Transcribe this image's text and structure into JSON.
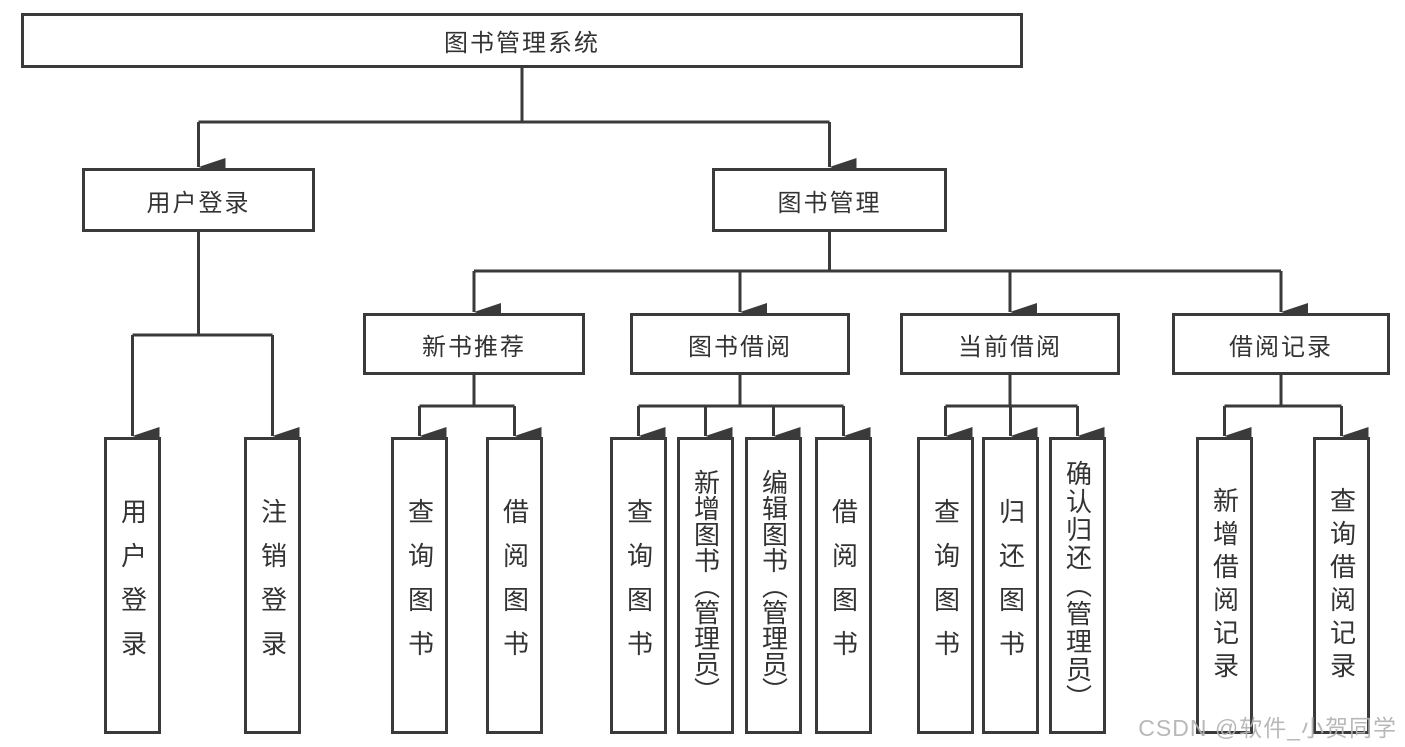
{
  "colors": {
    "line": "#3a3a3a",
    "text": "#333333",
    "background": "#ffffff",
    "box_fill": "#ffffff",
    "watermark": "#b3b3b3"
  },
  "watermark": "CSDN @软件_小贺同学",
  "nodes": {
    "system": "图书管理系统",
    "user_login": "用户登录",
    "book_mgmt": "图书管理",
    "new_book_rec": "新书推荐",
    "book_borrow": "图书借阅",
    "current_borrow": "当前借阅",
    "borrow_record": "借阅记录",
    "leaf_user_login": "用户登录",
    "leaf_logout": "注销登录",
    "leaf_query_book_nb": "查询图书",
    "leaf_borrow_book_nb": "借阅图书",
    "leaf_query_book_bb": "查询图书",
    "leaf_add_book": "新增图书（管理员）",
    "leaf_edit_book": "编辑图书（管理员）",
    "leaf_borrow_book_bb": "借阅图书",
    "leaf_query_book_cb": "查询图书",
    "leaf_return_book": "归还图书",
    "leaf_confirm_return": "确认归还（管理员）",
    "leaf_add_record": "新增借阅记录",
    "leaf_query_record": "查询借阅记录"
  },
  "diagram": {
    "type": "tree",
    "direction": "top-down",
    "structure": {
      "id": "system",
      "label": "图书管理系统",
      "children": [
        {
          "id": "user_login",
          "label": "用户登录",
          "children": [
            {
              "id": "leaf_user_login",
              "label": "用户登录"
            },
            {
              "id": "leaf_logout",
              "label": "注销登录"
            }
          ]
        },
        {
          "id": "book_mgmt",
          "label": "图书管理",
          "children": [
            {
              "id": "new_book_rec",
              "label": "新书推荐",
              "children": [
                {
                  "id": "leaf_query_book_nb",
                  "label": "查询图书"
                },
                {
                  "id": "leaf_borrow_book_nb",
                  "label": "借阅图书"
                }
              ]
            },
            {
              "id": "book_borrow",
              "label": "图书借阅",
              "children": [
                {
                  "id": "leaf_query_book_bb",
                  "label": "查询图书"
                },
                {
                  "id": "leaf_add_book",
                  "label": "新增图书（管理员）"
                },
                {
                  "id": "leaf_edit_book",
                  "label": "编辑图书（管理员）"
                },
                {
                  "id": "leaf_borrow_book_bb",
                  "label": "借阅图书"
                }
              ]
            },
            {
              "id": "current_borrow",
              "label": "当前借阅",
              "children": [
                {
                  "id": "leaf_query_book_cb",
                  "label": "查询图书"
                },
                {
                  "id": "leaf_return_book",
                  "label": "归还图书"
                },
                {
                  "id": "leaf_confirm_return",
                  "label": "确认归还（管理员）"
                }
              ]
            },
            {
              "id": "borrow_record",
              "label": "借阅记录",
              "children": [
                {
                  "id": "leaf_add_record",
                  "label": "新增借阅记录"
                },
                {
                  "id": "leaf_query_record",
                  "label": "查询借阅记录"
                }
              ]
            }
          ]
        }
      ]
    }
  }
}
